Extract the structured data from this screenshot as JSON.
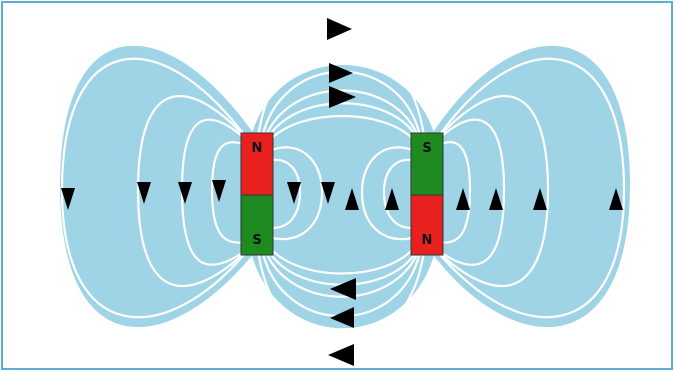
{
  "colors": {
    "background": "#ffffff",
    "frame": "#5aaed0",
    "field_fill": "#9fd3e6",
    "field_line": "#ffffff",
    "line_outline": "#6a8793",
    "arrow": "#000000",
    "north_pole": "#e8211f",
    "south_pole": "#1f8a1f",
    "label": "#111111"
  },
  "magnets": [
    {
      "name": "left-magnet",
      "top_pole": "N",
      "bottom_pole": "S"
    },
    {
      "name": "right-magnet",
      "top_pole": "S",
      "bottom_pole": "N"
    }
  ],
  "arrow_icons": {
    "down": "arrow-down-icon",
    "up": "arrow-up-icon",
    "right": "arrow-right-icon",
    "left": "arrow-left-icon"
  }
}
